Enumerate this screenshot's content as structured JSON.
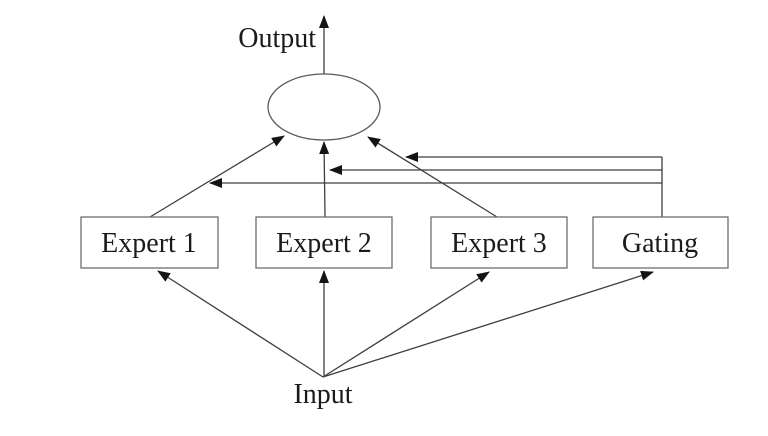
{
  "diagram": {
    "type": "mixture-of-experts-architecture",
    "labels": {
      "output": "Output",
      "input": "Input"
    },
    "nodes": [
      {
        "id": "expert1",
        "label": "Expert 1",
        "shape": "box"
      },
      {
        "id": "expert2",
        "label": "Expert 2",
        "shape": "box"
      },
      {
        "id": "expert3",
        "label": "Expert 3",
        "shape": "box"
      },
      {
        "id": "gating",
        "label": "Gating",
        "shape": "box"
      },
      {
        "id": "combiner",
        "label": "",
        "shape": "ellipse"
      },
      {
        "id": "input",
        "label": "Input",
        "shape": "point"
      },
      {
        "id": "output",
        "label": "Output",
        "shape": "point"
      }
    ],
    "edges": [
      {
        "from": "combiner",
        "to": "output",
        "arrow": true
      },
      {
        "from": "expert1",
        "to": "combiner",
        "arrow": true
      },
      {
        "from": "expert2",
        "to": "combiner",
        "arrow": true
      },
      {
        "from": "expert3",
        "to": "combiner",
        "arrow": true
      },
      {
        "from": "gating",
        "to": "expert3-combiner-link",
        "arrow": true
      },
      {
        "from": "gating",
        "to": "expert2-combiner-link",
        "arrow": true
      },
      {
        "from": "gating",
        "to": "expert1-combiner-link",
        "arrow": true
      },
      {
        "from": "input",
        "to": "expert1",
        "arrow": true
      },
      {
        "from": "input",
        "to": "expert2",
        "arrow": true
      },
      {
        "from": "input",
        "to": "expert3",
        "arrow": true
      },
      {
        "from": "input",
        "to": "gating",
        "arrow": true
      }
    ],
    "colors": {
      "background": "#ffffff",
      "line": "#3f3f3f",
      "box_border": "#6e6e6e",
      "ellipse_border": "#5a5a5a",
      "arrowhead": "#141414",
      "text": "#1b1b1b"
    }
  }
}
